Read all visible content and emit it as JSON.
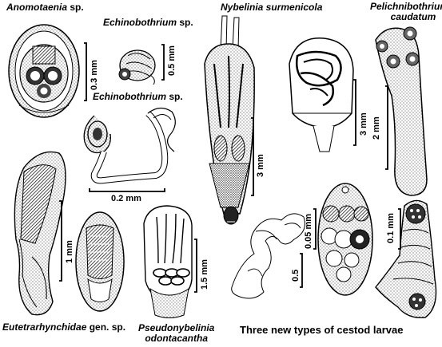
{
  "plate": {
    "caption": "Three new types of cestod larvae"
  },
  "labels": {
    "anomotaenia": {
      "genus": "Anomotaenia",
      "suffix": " sp."
    },
    "echinobothrium_top": {
      "genus": "Echinobothrium",
      "suffix": " sp."
    },
    "echinobothrium_mid": {
      "genus": "Echinobothrium",
      "suffix": " sp."
    },
    "nybelinia": {
      "name": "Nybelinia surmenicola"
    },
    "pelichnibothrium": {
      "line1": "Pelichnibothrium",
      "line2": "caudatum"
    },
    "eutetrarhynchidae": {
      "family": "Eutetrarhynchidae",
      "suffix": " gen. sp."
    },
    "pseudonybelinia": {
      "line1": "Pseudonybelinia",
      "line2": "odontacantha"
    }
  },
  "scales": {
    "anomotaenia": "0.3 mm",
    "echinobothrium": "0.5 mm",
    "echinobothrium_mid": "0.2 mm",
    "nybelinia_larva": "3 mm",
    "nybelinia_scolex": "3 mm",
    "pelichnibothrium": "2 mm",
    "eutetrarhynchidae": "1 mm",
    "pseudonybelinia": "1.5 mm",
    "new_larva_coil": "0.5",
    "new_larva_scolex": "0.05 mm",
    "new_larva_chain": "0.1 mm"
  }
}
